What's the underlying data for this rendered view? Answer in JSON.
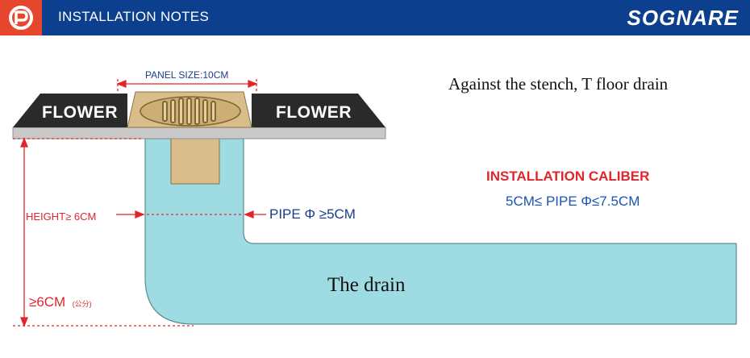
{
  "header": {
    "title": "INSTALLATION NOTES",
    "brand": "SOGNARE",
    "background": "#0d3f8f",
    "logo_color": "#e5462c"
  },
  "diagram": {
    "heading": "Against the stench, T floor drain",
    "tile_left": "FLOWER",
    "tile_right": "FLOWER",
    "panel_size": "PANEL SIZE:10CM",
    "height_label": "HEIGHT≥ 6CM",
    "pipe_label": "PIPE Φ ≥5CM",
    "depth_label": "≥6CM",
    "depth_unit": "(公分)",
    "drain_label": "The drain",
    "caliber_title": "INSTALLATION CALIBER",
    "caliber_range": "5CM≤ PIPE Φ≤7.5CM",
    "colors": {
      "pipe": "#9fdbe3",
      "tile": "#2a2a2a",
      "grate": "#d9bd8a",
      "dimension": "#e0262c",
      "caliber": "#1a55b0"
    }
  }
}
